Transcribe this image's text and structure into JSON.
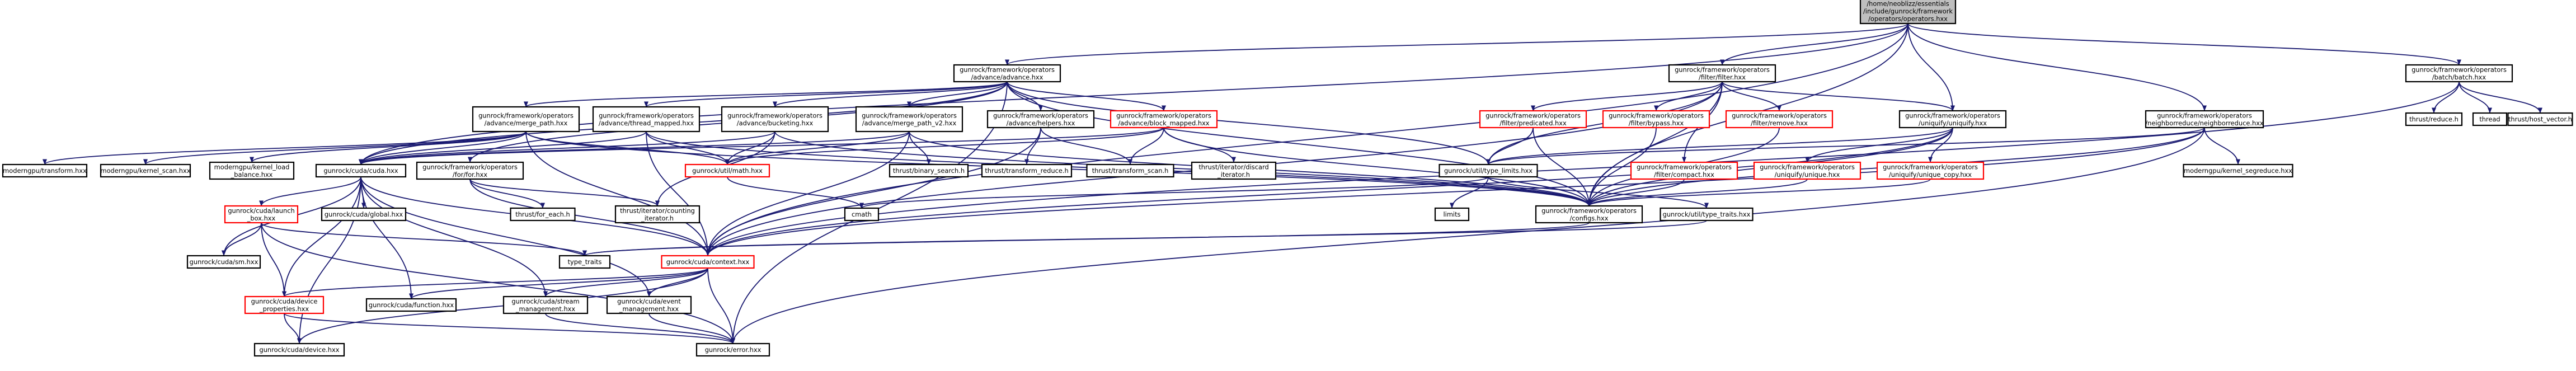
{
  "graph": {
    "colors": {
      "edge": "#191970",
      "node_fill": "#ffffff",
      "node_border": "#000000",
      "node_border_truncated": "#ff0000",
      "root_fill": "#bfbfbf",
      "text": "#000000"
    },
    "nodes": [
      {
        "id": "root",
        "lines": [
          "/home/neoblizz/essentials",
          "/include/gunrock/framework",
          "/operators/operators.hxx"
        ],
        "style": "root"
      },
      {
        "id": "advance",
        "lines": [
          "gunrock/framework/operators",
          "/advance/advance.hxx"
        ],
        "style": "normal"
      },
      {
        "id": "filter",
        "lines": [
          "gunrock/framework/operators",
          "/filter/filter.hxx"
        ],
        "style": "normal"
      },
      {
        "id": "batch",
        "lines": [
          "gunrock/framework/operators",
          "/batch/batch.hxx"
        ],
        "style": "normal"
      },
      {
        "id": "merge_path",
        "lines": [
          "gunrock/framework/operators",
          "/advance/merge_path.hxx"
        ],
        "style": "normal"
      },
      {
        "id": "thread_mapped",
        "lines": [
          "gunrock/framework/operators",
          "/advance/thread_mapped.hxx"
        ],
        "style": "normal"
      },
      {
        "id": "bucketing",
        "lines": [
          "gunrock/framework/operators",
          "/advance/bucketing.hxx"
        ],
        "style": "normal"
      },
      {
        "id": "merge_path_v2",
        "lines": [
          "gunrock/framework/operators",
          "/advance/merge_path_v2.hxx"
        ],
        "style": "normal"
      },
      {
        "id": "adv_helpers",
        "lines": [
          "gunrock/framework/operators",
          "/advance/helpers.hxx"
        ],
        "style": "normal"
      },
      {
        "id": "block_mapped",
        "lines": [
          "gunrock/framework/operators",
          "/advance/block_mapped.hxx"
        ],
        "style": "truncated"
      },
      {
        "id": "predicated",
        "lines": [
          "gunrock/framework/operators",
          "/filter/predicated.hxx"
        ],
        "style": "truncated"
      },
      {
        "id": "bypass",
        "lines": [
          "gunrock/framework/operators",
          "/filter/bypass.hxx"
        ],
        "style": "truncated"
      },
      {
        "id": "remove",
        "lines": [
          "gunrock/framework/operators",
          "/filter/remove.hxx"
        ],
        "style": "truncated"
      },
      {
        "id": "uniquify",
        "lines": [
          "gunrock/framework/operators",
          "/uniquify/uniquify.hxx"
        ],
        "style": "normal"
      },
      {
        "id": "neighborreduce",
        "lines": [
          "gunrock/framework/operators",
          "/neighborreduce/neighborreduce.hxx"
        ],
        "style": "normal"
      },
      {
        "id": "mgpu_transform",
        "lines": [
          "moderngpu/transform.hxx"
        ],
        "style": "normal"
      },
      {
        "id": "mgpu_scan",
        "lines": [
          "moderngpu/kernel_scan.hxx"
        ],
        "style": "normal"
      },
      {
        "id": "mgpu_load_balance",
        "lines": [
          "moderngpu/kernel_load",
          "_balance.hxx"
        ],
        "style": "normal"
      },
      {
        "id": "cuda",
        "lines": [
          "gunrock/cuda/cuda.hxx"
        ],
        "style": "normal"
      },
      {
        "id": "for",
        "lines": [
          "gunrock/framework/operators",
          "/for/for.hxx"
        ],
        "style": "normal"
      },
      {
        "id": "math",
        "lines": [
          "gunrock/util/math.hxx"
        ],
        "style": "truncated"
      },
      {
        "id": "binary_search",
        "lines": [
          "thrust/binary_search.h"
        ],
        "style": "normal"
      },
      {
        "id": "transform_reduce",
        "lines": [
          "thrust/transform_reduce.h"
        ],
        "style": "normal"
      },
      {
        "id": "transform_scan",
        "lines": [
          "thrust/transform_scan.h"
        ],
        "style": "normal"
      },
      {
        "id": "discard_iterator",
        "lines": [
          "thrust/iterator/discard",
          "_iterator.h"
        ],
        "style": "normal"
      },
      {
        "id": "type_limits",
        "lines": [
          "gunrock/util/type_limits.hxx"
        ],
        "style": "normal"
      },
      {
        "id": "compact",
        "lines": [
          "gunrock/framework/operators",
          "/filter/compact.hxx"
        ],
        "style": "truncated"
      },
      {
        "id": "unique",
        "lines": [
          "gunrock/framework/operators",
          "/uniquify/unique.hxx"
        ],
        "style": "truncated"
      },
      {
        "id": "unique_copy",
        "lines": [
          "gunrock/framework/operators",
          "/uniquify/unique_copy.hxx"
        ],
        "style": "truncated"
      },
      {
        "id": "mgpu_segreduce",
        "lines": [
          "moderngpu/kernel_segreduce.hxx"
        ],
        "style": "normal"
      },
      {
        "id": "thrust_reduce",
        "lines": [
          "thrust/reduce.h"
        ],
        "style": "normal"
      },
      {
        "id": "thread",
        "lines": [
          "thread"
        ],
        "style": "normal"
      },
      {
        "id": "host_vector",
        "lines": [
          "thrust/host_vector.h"
        ],
        "style": "normal"
      },
      {
        "id": "launch_box",
        "lines": [
          "gunrock/cuda/launch",
          "_box.hxx"
        ],
        "style": "truncated"
      },
      {
        "id": "global",
        "lines": [
          "gunrock/cuda/global.hxx"
        ],
        "style": "normal"
      },
      {
        "id": "for_each",
        "lines": [
          "thrust/for_each.h"
        ],
        "style": "normal"
      },
      {
        "id": "counting_iterator",
        "lines": [
          "thrust/iterator/counting",
          "_iterator.h"
        ],
        "style": "normal"
      },
      {
        "id": "cmath",
        "lines": [
          "cmath"
        ],
        "style": "normal"
      },
      {
        "id": "limits",
        "lines": [
          "limits"
        ],
        "style": "normal"
      },
      {
        "id": "config",
        "lines": [
          "gunrock/framework/operators",
          "/configs.hxx"
        ],
        "style": "normal"
      },
      {
        "id": "type_traits_hxx",
        "lines": [
          "gunrock/util/type_traits.hxx"
        ],
        "style": "normal"
      },
      {
        "id": "sm",
        "lines": [
          "gunrock/cuda/sm.hxx"
        ],
        "style": "normal"
      },
      {
        "id": "type_traits",
        "lines": [
          "type_traits"
        ],
        "style": "normal"
      },
      {
        "id": "context",
        "lines": [
          "gunrock/cuda/context.hxx"
        ],
        "style": "truncated"
      },
      {
        "id": "device_properties",
        "lines": [
          "gunrock/cuda/device",
          "_properties.hxx"
        ],
        "style": "truncated"
      },
      {
        "id": "function",
        "lines": [
          "gunrock/cuda/function.hxx"
        ],
        "style": "normal"
      },
      {
        "id": "stream_management",
        "lines": [
          "gunrock/cuda/stream",
          "_management.hxx"
        ],
        "style": "normal"
      },
      {
        "id": "event_management",
        "lines": [
          "gunrock/cuda/event",
          "_management.hxx"
        ],
        "style": "normal"
      },
      {
        "id": "device",
        "lines": [
          "gunrock/cuda/device.hxx"
        ],
        "style": "normal"
      },
      {
        "id": "error",
        "lines": [
          "gunrock/error.hxx"
        ],
        "style": "normal"
      }
    ],
    "edges": [
      [
        "root",
        "advance"
      ],
      [
        "root",
        "filter"
      ],
      [
        "root",
        "batch"
      ],
      [
        "root",
        "uniquify"
      ],
      [
        "root",
        "neighborreduce"
      ],
      [
        "root",
        "cuda"
      ],
      [
        "root",
        "config"
      ],
      [
        "root",
        "context"
      ],
      [
        "advance",
        "merge_path"
      ],
      [
        "advance",
        "thread_mapped"
      ],
      [
        "advance",
        "bucketing"
      ],
      [
        "advance",
        "merge_path_v2"
      ],
      [
        "advance",
        "adv_helpers"
      ],
      [
        "advance",
        "block_mapped"
      ],
      [
        "advance",
        "cuda"
      ],
      [
        "advance",
        "for"
      ],
      [
        "advance",
        "type_limits"
      ],
      [
        "advance",
        "config"
      ],
      [
        "advance",
        "error"
      ],
      [
        "merge_path",
        "mgpu_transform"
      ],
      [
        "merge_path",
        "mgpu_scan"
      ],
      [
        "merge_path",
        "mgpu_load_balance"
      ],
      [
        "merge_path",
        "cuda"
      ],
      [
        "merge_path",
        "math"
      ],
      [
        "merge_path",
        "context"
      ],
      [
        "merge_path",
        "config"
      ],
      [
        "thread_mapped",
        "cuda"
      ],
      [
        "thread_mapped",
        "math"
      ],
      [
        "thread_mapped",
        "context"
      ],
      [
        "thread_mapped",
        "config"
      ],
      [
        "bucketing",
        "cuda"
      ],
      [
        "bucketing",
        "math"
      ],
      [
        "bucketing",
        "counting_iterator"
      ],
      [
        "bucketing",
        "config"
      ],
      [
        "merge_path_v2",
        "binary_search"
      ],
      [
        "merge_path_v2",
        "cuda"
      ],
      [
        "merge_path_v2",
        "math"
      ],
      [
        "merge_path_v2",
        "context"
      ],
      [
        "merge_path_v2",
        "config"
      ],
      [
        "adv_helpers",
        "transform_reduce"
      ],
      [
        "adv_helpers",
        "transform_scan"
      ],
      [
        "adv_helpers",
        "context"
      ],
      [
        "block_mapped",
        "transform_scan"
      ],
      [
        "block_mapped",
        "discard_iterator"
      ],
      [
        "block_mapped",
        "cuda"
      ],
      [
        "block_mapped",
        "math"
      ],
      [
        "block_mapped",
        "config"
      ],
      [
        "filter",
        "predicated"
      ],
      [
        "filter",
        "bypass"
      ],
      [
        "filter",
        "remove"
      ],
      [
        "filter",
        "compact"
      ],
      [
        "filter",
        "uniquify"
      ],
      [
        "filter",
        "type_limits"
      ],
      [
        "filter",
        "config"
      ],
      [
        "filter",
        "context"
      ],
      [
        "predicated",
        "type_limits"
      ],
      [
        "predicated",
        "config"
      ],
      [
        "bypass",
        "config"
      ],
      [
        "remove",
        "config"
      ],
      [
        "compact",
        "config"
      ],
      [
        "uniquify",
        "unique"
      ],
      [
        "uniquify",
        "unique_copy"
      ],
      [
        "uniquify",
        "type_limits"
      ],
      [
        "uniquify",
        "config"
      ],
      [
        "uniquify",
        "context"
      ],
      [
        "unique",
        "config"
      ],
      [
        "unique_copy",
        "config"
      ],
      [
        "neighborreduce",
        "mgpu_segreduce"
      ],
      [
        "neighborreduce",
        "type_limits"
      ],
      [
        "neighborreduce",
        "config"
      ],
      [
        "neighborreduce",
        "context"
      ],
      [
        "neighborreduce",
        "error"
      ],
      [
        "batch",
        "thrust_reduce"
      ],
      [
        "batch",
        "thread"
      ],
      [
        "batch",
        "host_vector"
      ],
      [
        "batch",
        "context"
      ],
      [
        "cuda",
        "launch_box"
      ],
      [
        "cuda",
        "global"
      ],
      [
        "cuda",
        "sm"
      ],
      [
        "cuda",
        "context"
      ],
      [
        "cuda",
        "device_properties"
      ],
      [
        "cuda",
        "function"
      ],
      [
        "cuda",
        "stream_management"
      ],
      [
        "cuda",
        "event_management"
      ],
      [
        "cuda",
        "device"
      ],
      [
        "launch_box",
        "sm"
      ],
      [
        "launch_box",
        "type_traits"
      ],
      [
        "launch_box",
        "device_properties"
      ],
      [
        "launch_box",
        "error"
      ],
      [
        "for",
        "for_each"
      ],
      [
        "for",
        "counting_iterator"
      ],
      [
        "for",
        "context"
      ],
      [
        "math",
        "cmath"
      ],
      [
        "type_limits",
        "limits"
      ],
      [
        "type_limits",
        "cmath"
      ],
      [
        "type_limits",
        "type_traits_hxx"
      ],
      [
        "config",
        "type_traits"
      ],
      [
        "type_traits_hxx",
        "type_traits"
      ],
      [
        "context",
        "device_properties"
      ],
      [
        "context",
        "function"
      ],
      [
        "context",
        "stream_management"
      ],
      [
        "context",
        "event_management"
      ],
      [
        "context",
        "device"
      ],
      [
        "context",
        "error"
      ],
      [
        "device_properties",
        "device"
      ],
      [
        "device_properties",
        "error"
      ],
      [
        "stream_management",
        "error"
      ],
      [
        "event_management",
        "error"
      ]
    ]
  }
}
